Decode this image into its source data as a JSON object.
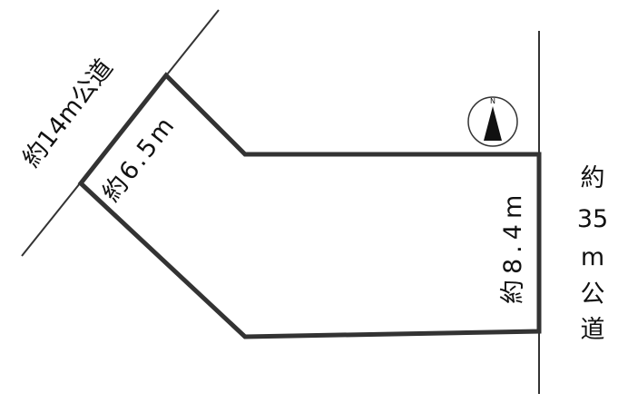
{
  "diagram": {
    "road_diagonal_label": "約14m公道",
    "road_right_label_chars": [
      "約",
      "35",
      "m",
      "公",
      "道"
    ],
    "frontage_diagonal_label": "約6.5m",
    "frontage_right_label": "約8.4m",
    "north_letter": "N"
  },
  "colors": {
    "lot_outline": "#333333",
    "road_line": "#333333",
    "text": "#111111",
    "background": "#ffffff"
  },
  "icons": {
    "compass": "north-arrow-icon"
  }
}
